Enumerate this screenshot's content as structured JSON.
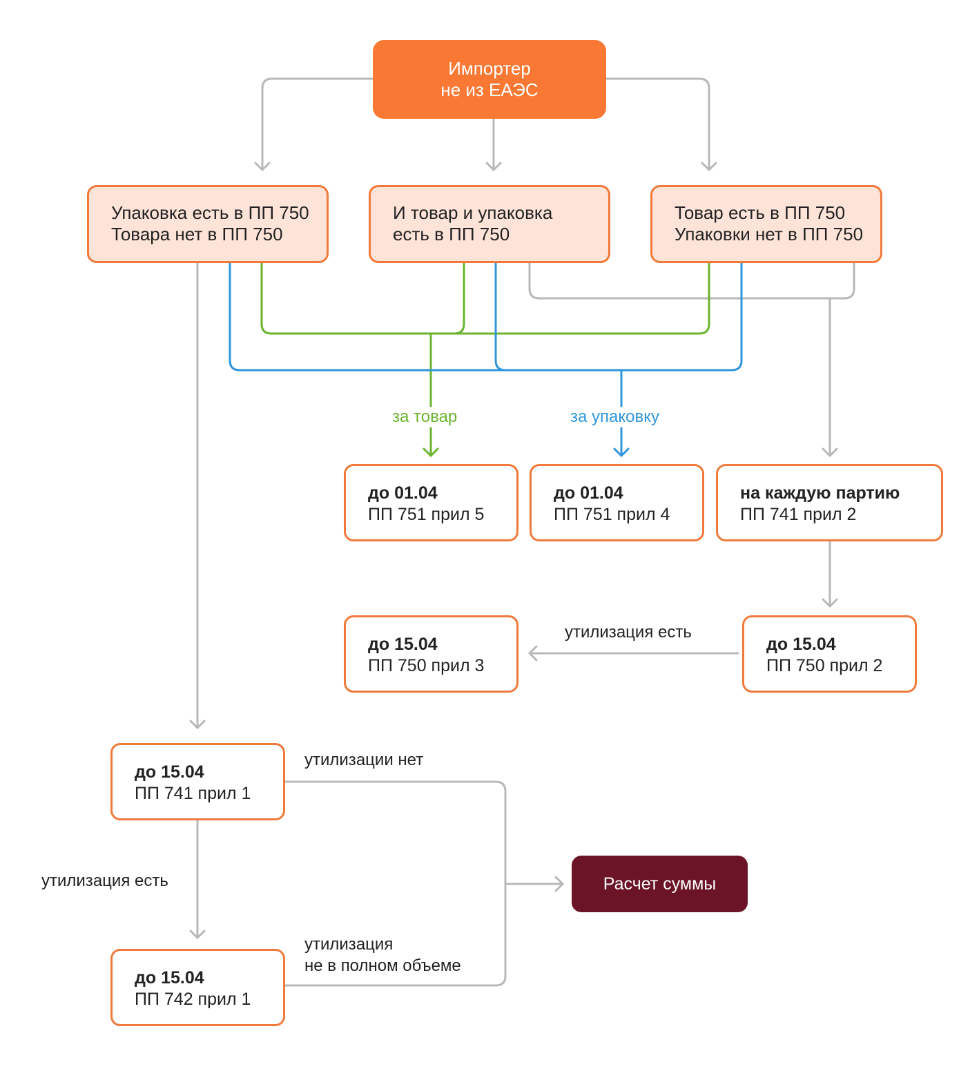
{
  "colors": {
    "accent_orange": "#f97833",
    "box_border": "#f07a3a",
    "box_tint": "#fde3d8",
    "result_bg": "#6b1428",
    "green": "#6ab42e",
    "blue": "#2f96dc",
    "gray": "#b8b8b8"
  },
  "nodes": {
    "importer": [
      "Импортер",
      "не из ЕАЭС"
    ],
    "case_pack": [
      "Упаковка есть в ПП 750",
      "Товара нет в ПП 750"
    ],
    "case_both": [
      "И товар и упаковка",
      "есть в ПП 750"
    ],
    "case_goods": [
      "Товар есть в ПП 750",
      "Упаковки нет в ПП 750"
    ],
    "r751_5": {
      "title": "до 01.04",
      "sub": "ПП 751 прил 5"
    },
    "r751_4": {
      "title": "до 01.04",
      "sub": "ПП 751 прил 4"
    },
    "r741_2": {
      "title": "на каждую партию",
      "sub": "ПП 741 прил 2"
    },
    "r750_3": {
      "title": "до 15.04",
      "sub": "ПП 750 прил 3"
    },
    "r750_2": {
      "title": "до 15.04",
      "sub": "ПП 750 прил 2"
    },
    "r741_1": {
      "title": "до 15.04",
      "sub": "ПП 741 прил 1"
    },
    "r742_1": {
      "title": "до 15.04",
      "sub": "ПП 742 прил 1"
    },
    "result": "Расчет суммы"
  },
  "labels": {
    "for_goods": "за товар",
    "for_pack": "за упаковку",
    "recycling_yes_top": "утилизация есть",
    "recycling_no": "утилизации нет",
    "recycling_yes_left": "утилизация есть",
    "recycling_partial": [
      "утилизация",
      "не в полном объеме"
    ]
  }
}
